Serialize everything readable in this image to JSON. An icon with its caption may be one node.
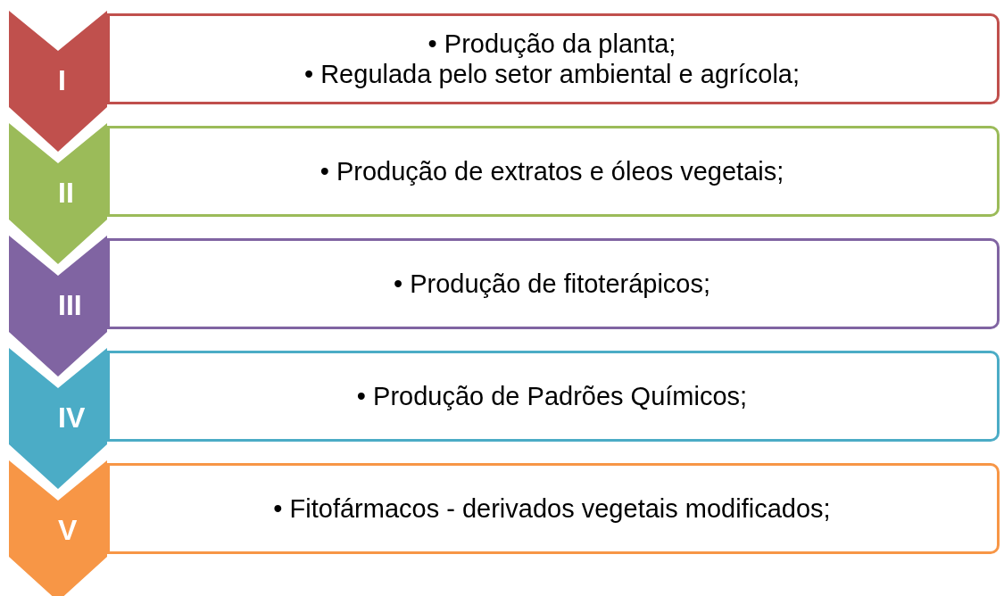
{
  "diagram": {
    "nodes": [
      {
        "text": [
          "I"
        ]
      },
      {
        "text": [
          "• Produção da planta;",
          "• Regulada pelo setor ambiental e agrícola;"
        ]
      },
      {
        "text": [
          "II"
        ]
      },
      {
        "text": [
          "• Produção de extratos e óleos vegetais;"
        ]
      },
      {
        "text": [
          "III"
        ]
      },
      {
        "text": [
          "• Produção de fitoterápicos;"
        ]
      },
      {
        "text": [
          "IV"
        ]
      },
      {
        "text": [
          "• Produção de Padrões Químicos;"
        ]
      },
      {
        "text": [
          "V"
        ]
      },
      {
        "text": [
          "• Fitofármacos - derivados vegetais modificados;"
        ]
      }
    ]
  }
}
